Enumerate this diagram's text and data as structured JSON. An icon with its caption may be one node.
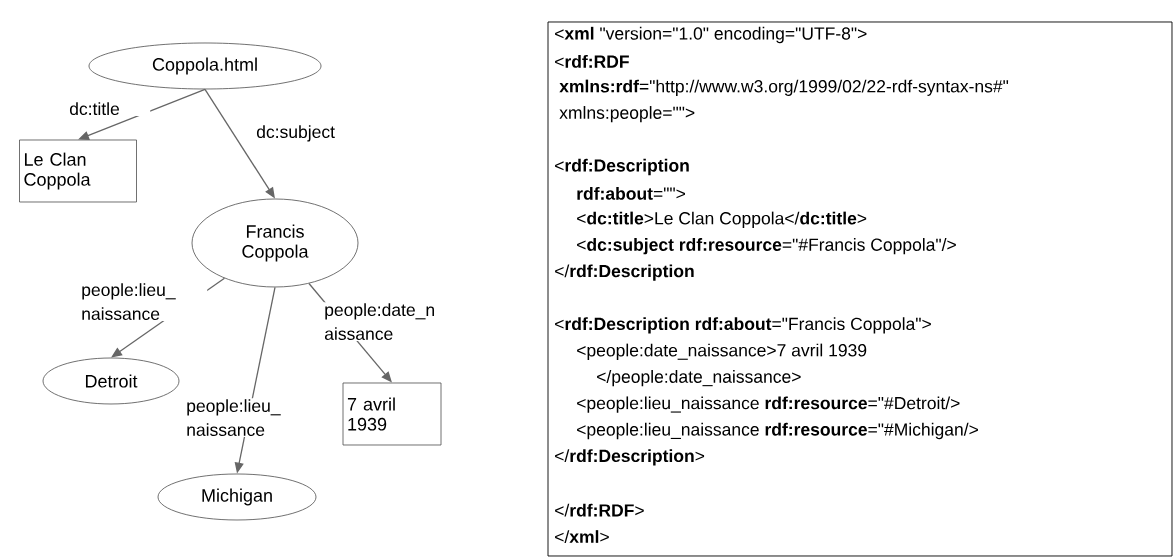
{
  "diagram": {
    "nodes": [
      {
        "text": [
          "Coppola.html"
        ]
      },
      {
        "text": [
          "Le Clan Coppola"
        ]
      },
      {
        "text": [
          "Francis Coppola"
        ]
      },
      {
        "text": [
          "Detroit"
        ]
      },
      {
        "text": [
          "7 avril 1939"
        ]
      },
      {
        "text": [
          "Michigan"
        ]
      },
      {
        "text": [
          "<**xml** \"version=\"1.0\" encoding=\"UTF-8\">",
          "<**rdf:RDF**",
          "**xmlns:rdf**=\"http://www.w3.org/1999/02/22-rdf-syntax-ns#\"",
          "xmlns:people=\"\">",
          "<**rdf:Description**",
          "**rdf:about**=\"\">",
          "<**dc:title**>Le Clan Coppola</**dc:title**>",
          "<**dc:subject rdf:resource**=\"#Francis Coppola\"/>",
          "</**rdf:Description**",
          "<**rdf:Description rdf:about**=\"Francis Coppola\">",
          "<people:date_naissance>7 avril 1939",
          "</people:date_naissance>",
          "<people:lieu_naissance **rdf:resource**=\"#Detroit/>",
          "<people:lieu_naissance **rdf:resource**=\"#Michigan/>",
          "</**rdf:Description**>",
          "</**rdf:RDF**>",
          "</**xml**>"
        ]
      }
    ],
    "edges": [
      {
        "from": 0,
        "to": 1,
        "arrow": "to",
        "label": "dc:title"
      },
      {
        "from": 0,
        "to": 2,
        "arrow": "to",
        "label": "dc:subject"
      },
      {
        "from": 2,
        "to": 3,
        "arrow": "to",
        "label": "people:lieu_ naissance"
      },
      {
        "from": 2,
        "to": 5,
        "arrow": "to",
        "label": "people:lieu_ naissance"
      },
      {
        "from": 2,
        "to": 4,
        "arrow": "to",
        "label": "people:date_n aissance"
      }
    ]
  }
}
